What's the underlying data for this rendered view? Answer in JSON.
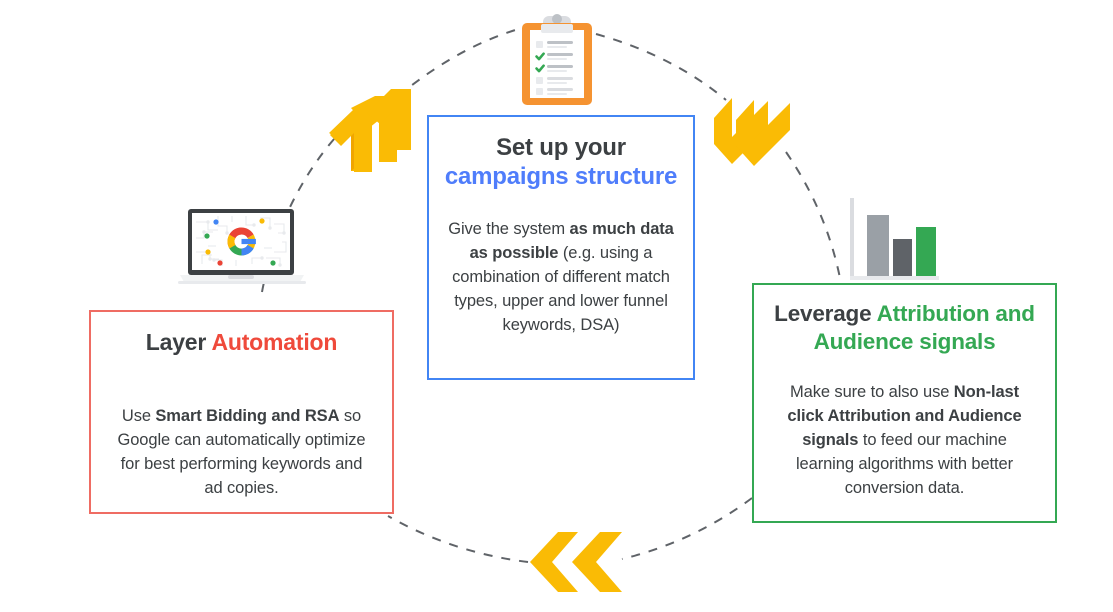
{
  "diagram": {
    "title": "Google Ads best practices cycle",
    "type": "circular-cycle",
    "colors": {
      "blue": "#4285f4",
      "blue_text": "#4f7dfb",
      "red": "#ef4a3b",
      "red_border": "#ef6c63",
      "green": "#34a853",
      "yellow": "#fabb05",
      "yellow_dark": "#f0a500",
      "text_dark": "#3c4043",
      "dash_gray": "#5f6368",
      "orange": "#f59331"
    },
    "flow_direction": "clockwise"
  },
  "cards": {
    "center": {
      "title_plain": "Set up your",
      "title_accent": "campaigns structure",
      "body_segments": [
        {
          "text": "Give the system ",
          "bold": false
        },
        {
          "text": "as much data as possible",
          "bold": true
        },
        {
          "text": " (e.g. using a combination of different match types, upper and lower funnel keywords, DSA)",
          "bold": false
        }
      ]
    },
    "left": {
      "title_plain": "Layer ",
      "title_accent": "Automation",
      "body_segments": [
        {
          "text": "Use ",
          "bold": false
        },
        {
          "text": "Smart Bidding and RSA",
          "bold": true
        },
        {
          "text": " so Google can automatically optimize for best performing keywords and ad copies.",
          "bold": false
        }
      ]
    },
    "right": {
      "title_plain": "Leverage ",
      "title_accent": "Attribution and Audience signals",
      "body_segments": [
        {
          "text": "Make sure to also use ",
          "bold": false
        },
        {
          "text": "Non-last click Attribution and Audience signals",
          "bold": true
        },
        {
          "text": " to feed our machine learning algorithms with better conversion data.",
          "bold": false
        }
      ]
    }
  },
  "icons": {
    "clipboard": {
      "name": "clipboard-checklist-icon",
      "rows": 5,
      "checked_rows": [
        2,
        3
      ],
      "body_color": "#f59331",
      "clip_color": "#bdc1c6",
      "check_color": "#34a853"
    },
    "laptop": {
      "name": "laptop-google-icon",
      "screen_pattern": "circuit-board",
      "logo": "google-g",
      "dot_colors": [
        "#4285f4",
        "#34a853",
        "#fabb05",
        "#ea4335",
        "#fabb05",
        "#34a853",
        "#ea4335",
        "#4285f4"
      ]
    },
    "barchart": {
      "name": "bar-chart-icon",
      "bars": [
        {
          "color": "#9aa0a6",
          "height_pct": 76
        },
        {
          "color": "#5f6368",
          "height_pct": 46
        },
        {
          "color": "#34a853",
          "height_pct": 62
        }
      ],
      "axis_color": "#dadce0"
    },
    "chevrons": {
      "top_left": {
        "name": "double-chevron-up-right-icon",
        "color": "#fabb05"
      },
      "top_right": {
        "name": "double-chevron-down-right-icon",
        "color": "#fabb05"
      },
      "bottom": {
        "name": "double-chevron-left-icon",
        "color": "#fabb05"
      }
    }
  }
}
